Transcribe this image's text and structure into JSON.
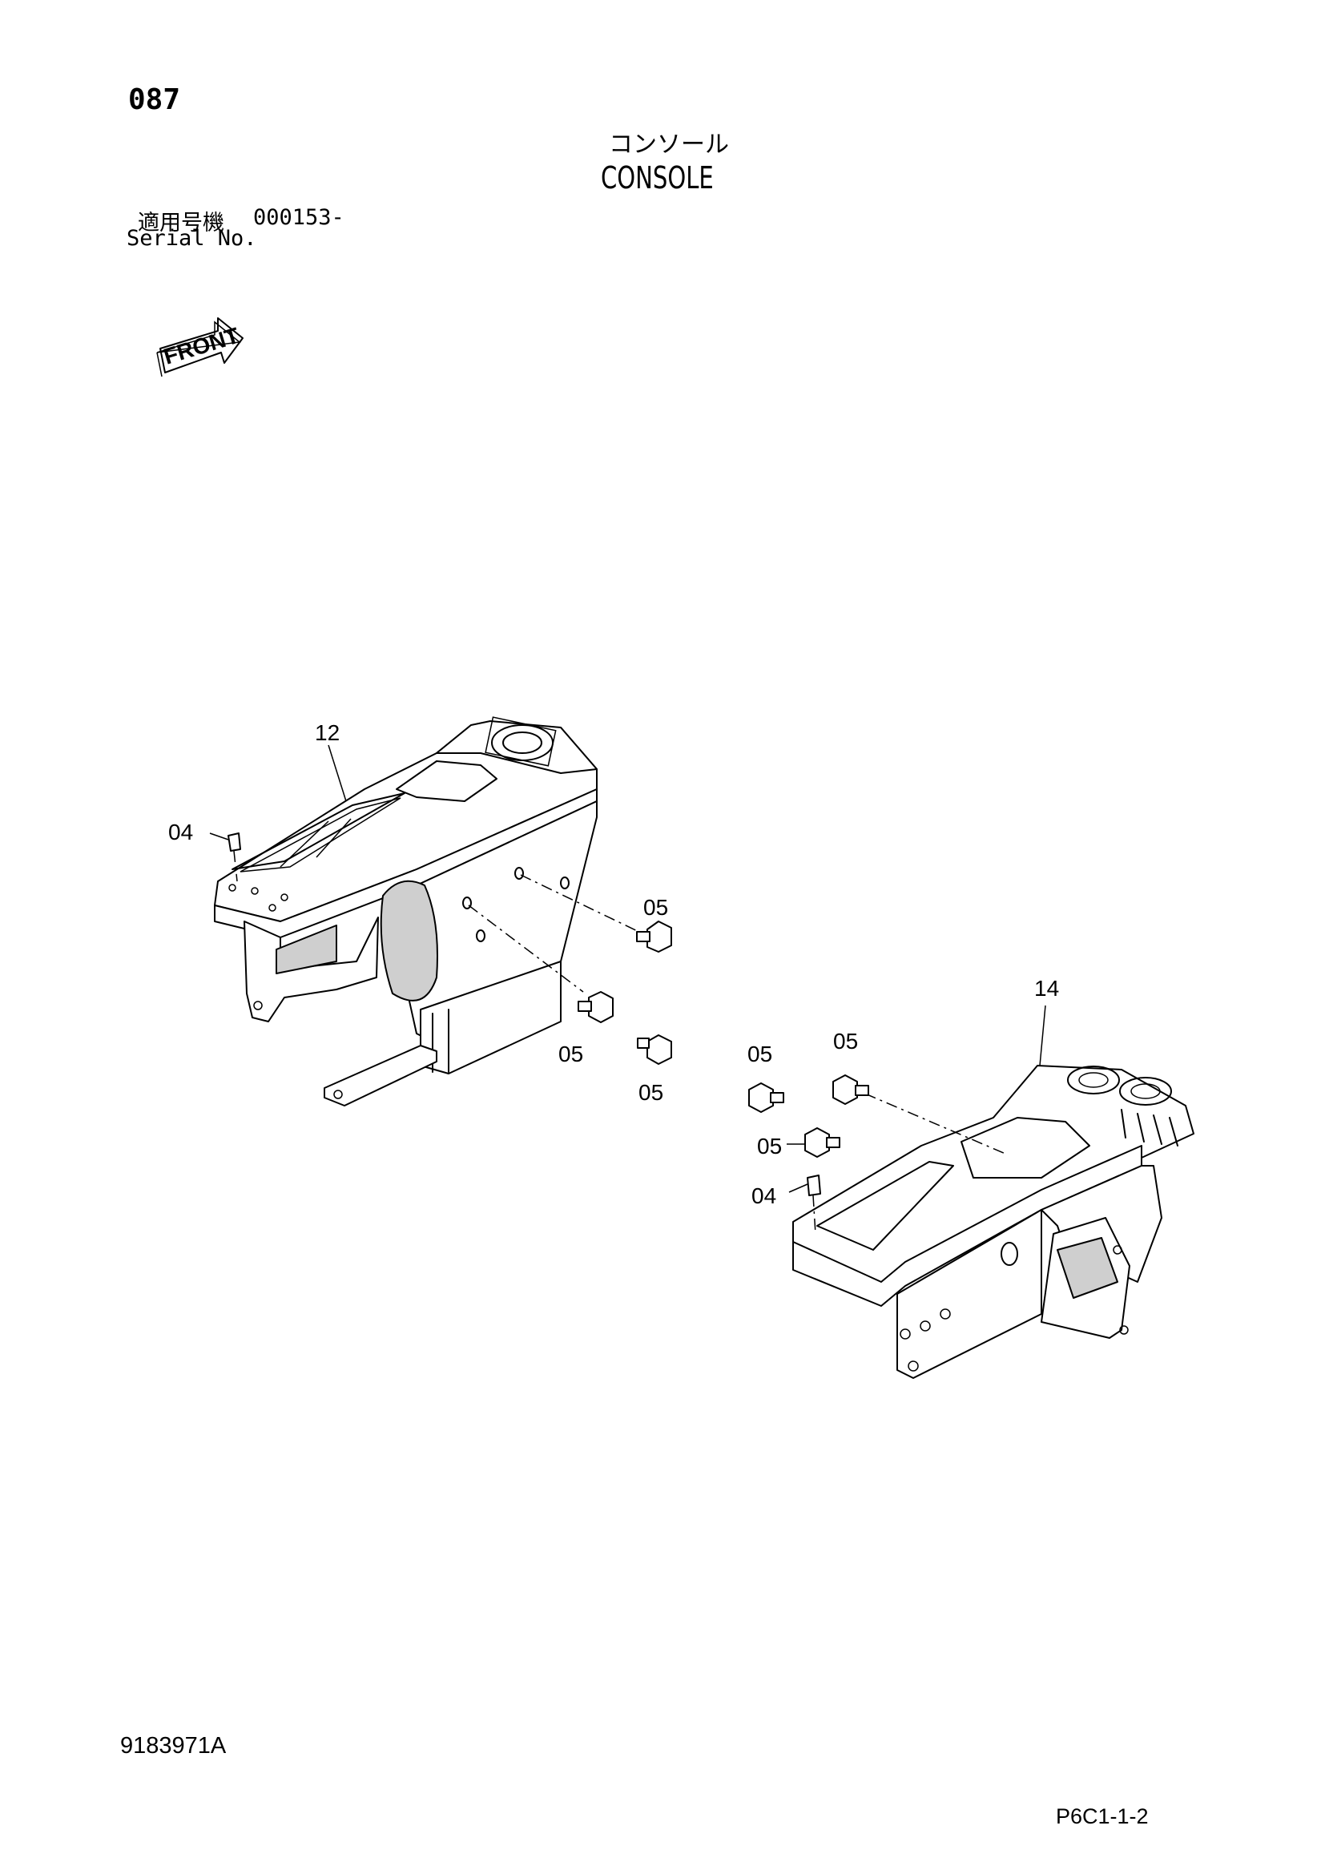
{
  "header": {
    "page_number": "087",
    "title_jp": "コンソール",
    "title_en": "CONSOLE",
    "serial_label_jp": "適用号機",
    "serial_range": "000153-",
    "serial_label_en": "Serial No."
  },
  "front_arrow_label": "FRONT",
  "callouts": {
    "left_console": "12",
    "left_clip": "04",
    "left_bolt_upper": "05",
    "left_bolt_middle": "05",
    "left_bolt_lower": "05",
    "right_console": "14",
    "right_bolt_a": "05",
    "right_bolt_b": "05",
    "right_bolt_c": "05",
    "right_clip": "04"
  },
  "footer": {
    "document_number": "9183971A",
    "plate_reference": "P6C1-1-2"
  }
}
